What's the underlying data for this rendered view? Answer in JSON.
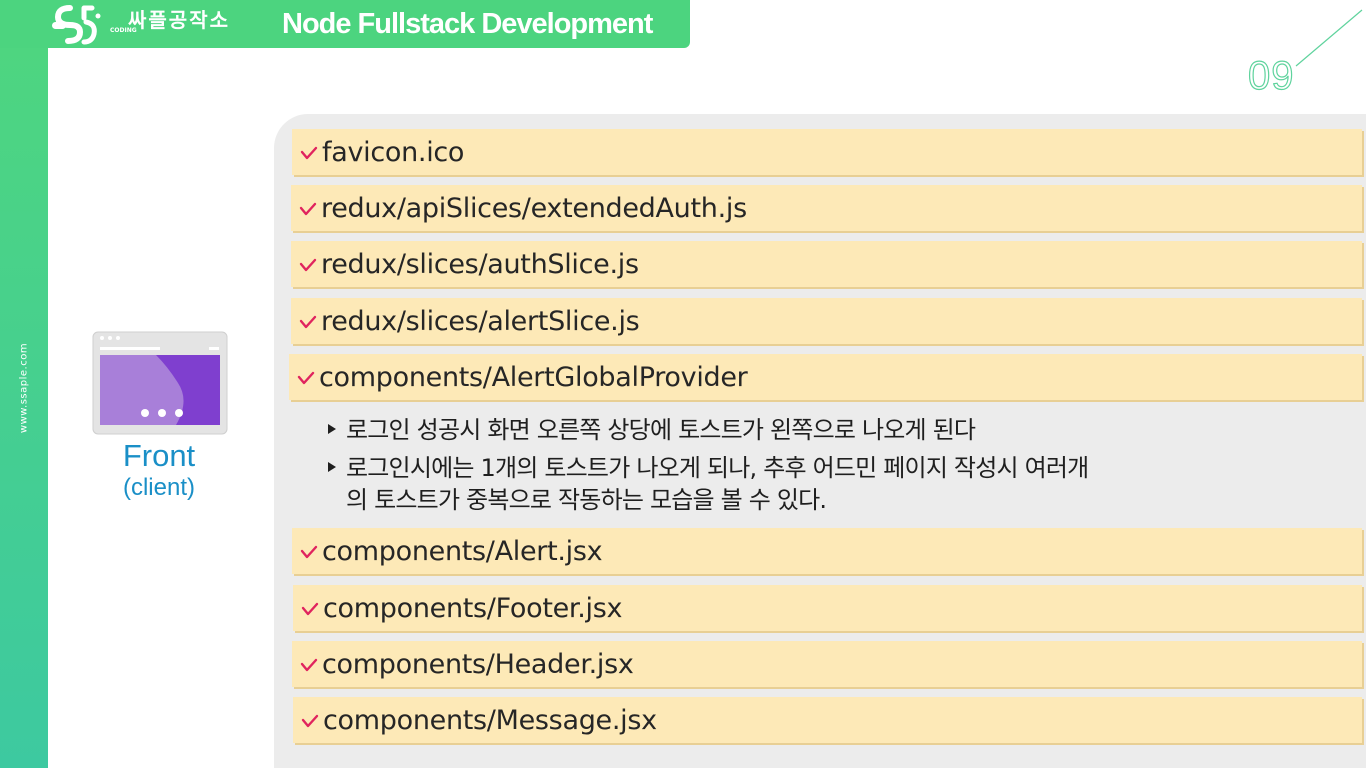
{
  "header": {
    "brand_ko": "싸플공작소",
    "brand_sub": "CODING",
    "title": "Node Fullstack Development"
  },
  "sidebar": {
    "url": "www.ssaple.com"
  },
  "page_number": "09",
  "illustration": {
    "icon": "browser-window-icon",
    "label": "Front",
    "sub_label": "(client)"
  },
  "files_top": [
    "favicon.ico",
    "redux/apiSlices/extendedAuth.js",
    "redux/slices/authSlice.js",
    "redux/slices/alertSlice.js",
    "components/AlertGlobalProvider"
  ],
  "notes": [
    "로그인 성공시 화면 오른쪽 상당에 토스트가 왼쪽으로 나오게 된다",
    "로그인시에는 1개의 토스트가 나오게 되나, 추후 어드민 페이지 작성시 여러개",
    "의 토스트가 중복으로 작동하는 모습을 볼 수 있다."
  ],
  "files_bottom": [
    "components/Alert.jsx",
    "components/Footer.jsx",
    "components/Header.jsx",
    "components/Message.jsx"
  ],
  "colors": {
    "accent_green": "#4cd47f",
    "item_bg": "#fde9b7",
    "check": "#e0245e",
    "label_blue": "#1a8fc7"
  }
}
